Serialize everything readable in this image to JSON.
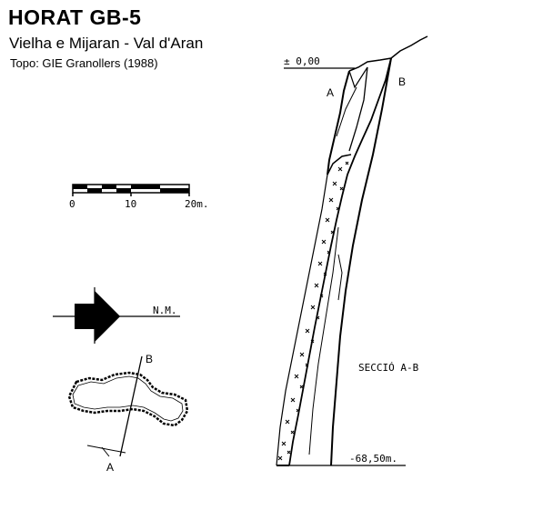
{
  "header": {
    "title": "HORAT GB-5",
    "subtitle": "Vielha e Mijaran - Val d'Aran",
    "credit": "Topo: GIE Granollers  (1988)"
  },
  "scale_bar": {
    "labels": [
      "0",
      "10",
      "20m."
    ]
  },
  "north_marker": {
    "label": "N.M."
  },
  "plan_view": {
    "point_a": "A",
    "point_b": "B"
  },
  "section": {
    "top_datum": "± 0,00",
    "bottom_datum": "-68,50m.",
    "point_a": "A",
    "point_b": "B",
    "title": "SECCIÓ  A-B"
  }
}
